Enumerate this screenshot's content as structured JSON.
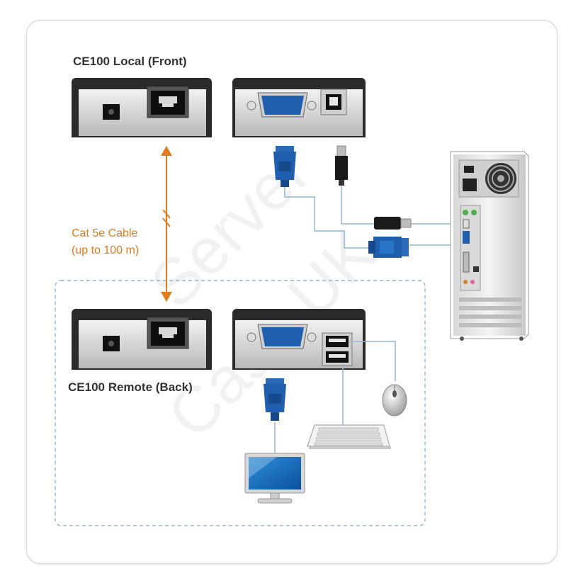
{
  "labels": {
    "local": "CE100 Local (Front)",
    "remote": "CE100 Remote (Back)",
    "cable_line1": "Cat 5e Cable",
    "cable_line2": "(up to 100 m)"
  },
  "watermark": {
    "line1": "Server",
    "line2": "Case UK"
  },
  "colors": {
    "cable_orange": "#e07c1e",
    "vga_blue": "#1f5fae",
    "wire_blue": "#8fb7d3",
    "unit_dark": "#2a2a2a",
    "unit_silver": "#d4d4d4",
    "dashed_border": "#8fb7d3"
  },
  "icons": [
    "power-jack-icon",
    "rj45-port-icon",
    "vga-port-icon",
    "usb-b-port-icon",
    "vga-connector-icon",
    "usb-plug-icon",
    "pc-tower-icon",
    "usb-a-ports-icon",
    "mouse-icon",
    "keyboard-icon",
    "monitor-icon"
  ]
}
